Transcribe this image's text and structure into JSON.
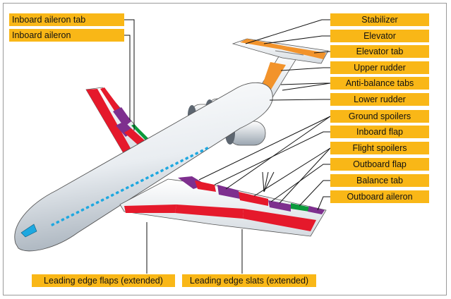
{
  "labels_left": [
    "Inboard aileron tab",
    "Inboard aileron"
  ],
  "labels_right": [
    "Stabilizer",
    "Elevator",
    "Elevator tab",
    "Upper rudder",
    "Anti-balance tabs",
    "Lower rudder",
    "Ground spoilers",
    "Inboard flap",
    "Flight spoilers",
    "Outboard flap",
    "Balance tab",
    "Outboard aileron"
  ],
  "labels_bottom": [
    "Leading edge flaps (extended)",
    "Leading edge slats (extended)"
  ],
  "colors": {
    "label_bg": "#f9b717",
    "control_red": "#e5192b",
    "control_purple": "#7e2f8e",
    "control_green": "#0b9a3c",
    "control_orange": "#f2932b",
    "fuselage": "#f3f5f7",
    "window": "#1ea8e0"
  }
}
